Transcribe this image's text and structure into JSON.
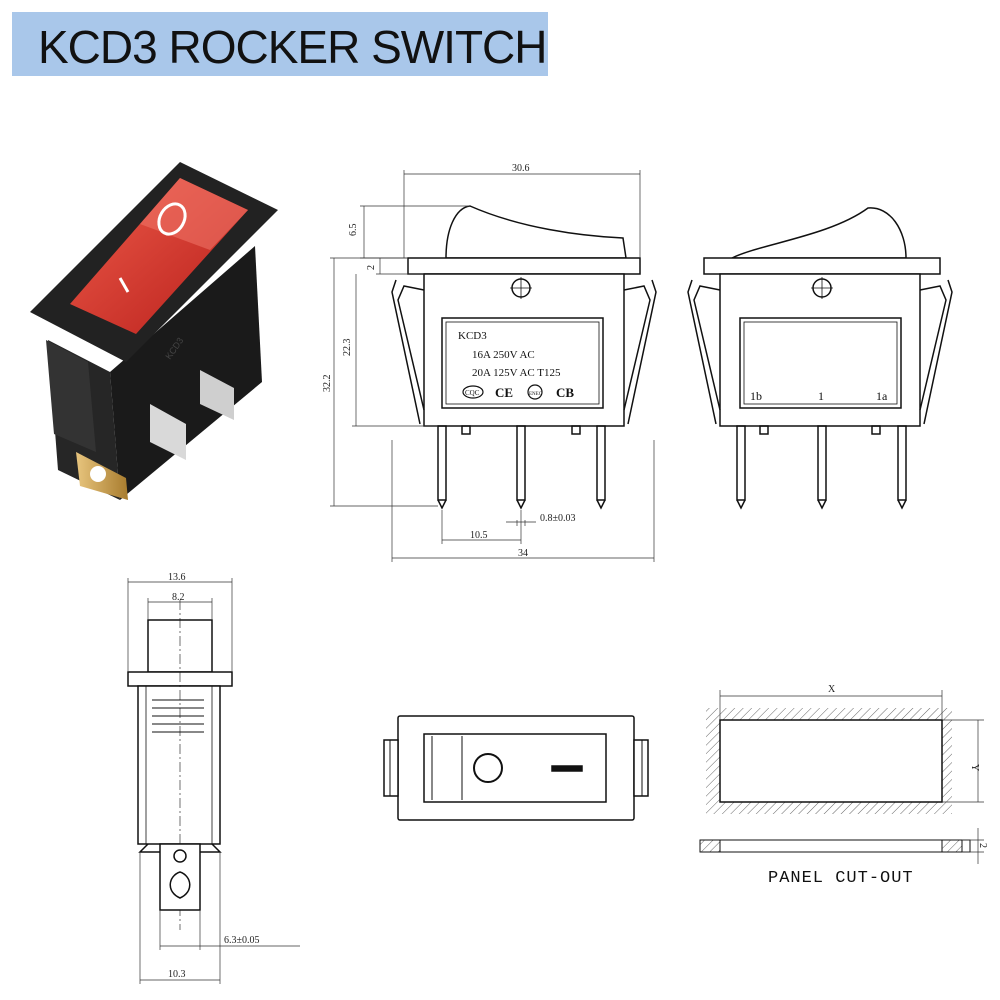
{
  "title": "KCD3  ROCKER SWITCH",
  "colors": {
    "title_bg": "#a9c7ea",
    "rocker_red": "#d8322a",
    "housing": "#1c1c1c",
    "terminal": "#c8a25a"
  },
  "photo": {
    "rocker_symbol_top": "O",
    "rocker_symbol_bottom": "I"
  },
  "front_view": {
    "dims": {
      "top_width": "30.6",
      "rocker_height": "6.5",
      "flange": "2",
      "body_height": "22.3",
      "total_height": "32.2",
      "pin_spacing": "10.5",
      "pin_width": "0.8±0.03",
      "overall_width": "34"
    },
    "label": {
      "model": "KCD3",
      "rating1": "16A 250V AC",
      "rating2": "20A 125V AC T125",
      "cert_marks": [
        "CQC",
        "CE",
        "ENEC",
        "CB"
      ]
    }
  },
  "rear_view": {
    "terminals": [
      "1b",
      "1",
      "1a"
    ]
  },
  "side_view": {
    "dims": {
      "width_top": "13.6",
      "rocker_width": "8.2",
      "terminal_width": "6.3±0.05",
      "bottom_width": "10.3"
    }
  },
  "cutout": {
    "dim_x": "X",
    "dim_y": "Y",
    "dim_thickness": "2",
    "caption": "PANEL CUT-OUT"
  }
}
